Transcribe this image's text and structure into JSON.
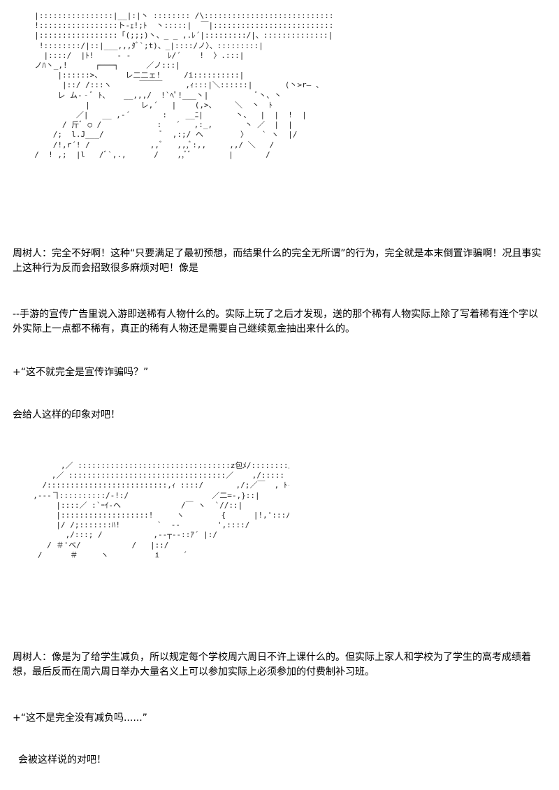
{
  "ascii_art": {
    "top": "  |::::::::::::::::|__|:|丶 :::::::: /\\::::::::::::::::::::::::::::i､:!\n  !:::::::::::::::::ト-ｪ!;ﾄ  丶:::::|  ￣|:::::::::::::::::::::::::::|\n  |:::::::::::::::::「(;;;)丶、_ _ ,.ﾚ´|:::::::::/|、::::::::::::::|\n   !::::::::/|::|___,,,ﾀﾞ`;t)、_|::::/ノ〉、:::::::::|\n    |::::/  |ﾄ!     ‐ ‐        ﾚ/´    !  〉.:::|\n  ノﾊ丶_,!      ┌───┐      ／ノ:::|\n       |::::::>、     レ二二ェ!     /i::::::::::|\n        |::/ /:::ヽ      ￣￣￣     ,ｨ:::|＼::::::|       (丶>r― 、\n       レ ム-‐ﾞ ﾄ、   __,,,/  !`ﾍﾟ!___丶|          ﾞ丶、丶\n             |           レ,´   |    (,>、    ＼  丶  ﾄ\n           ／|   __ ,-´       :    __ﾆ|       丶、  |  |  !  |\n        / 斤ﾞ ○ /            :   ´   ,:_,       丶 ／  |  |\n      /;  l.J___/            ﾞ  ,:;/ ヘ        〉   ` ヽ  |/\n      /!,r´! /             ,,ﾞ   ,,,ﾞ:,,     ,,/ ＼   /\n  /  ! ,;  |l   /ﾞ`,.,      /    ,,ﾞﾞ        |       /",
    "bottom": "        ,／ :::::::::::::::::::::::::::::::::z包ﾒ/::::::::/:丶\n      ,／ ::::::::::::::::::::::::::::::::::／    ,/::::: ｨｰ=､!\n    /::::::::::::::::::::::::::,ｨ ::::/       ,/;／￣  , ﾄ-|\n  ,--‐ヿ::::::::::/-!:/                  ／二=-,}::|\n       |::::／ :`ｰｲ-ヘ             /￣ ヽ  `//::|\n       |:::::::::::::::::::!     ヽ        {      |!,':::/\n       |/ /;:::::::ﾊ!        `  ‐‐        ',::::/\n         ,/:::; /           ,-‐┬‐-::ｱ´ |:/\n     / ＃'ベ/           /   |::/\n   /      ＃     ヽ          i     ´"
  },
  "dialogue": [
    "周树人：完全不好啊！这种“只要满足了最初预想，而结果什么的完全无所谓”的行为，完全就是本末倒置诈骗啊！况且事实上这种行为反而会招致很多麻烦对吧！像是",
    "--手游的宣传广告里说入游即送稀有人物什么的。实际上玩了之后才发现，送的那个稀有人物实际上除了写着稀有连个字以外实际上一点都不稀有，真正的稀有人物还是需要自己继续氪金抽出来什么的。",
    "+“这不就完全是宣传诈骗吗？”",
    "会给人这样的印象对吧！",
    "周树人：像是为了给学生减负，所以规定每个学校周六周日不许上课什么的。但实际上家人和学校为了学生的高考成绩着想，最后反而在周六周日举办大量名义上可以参加实际上必须参加的付费制补习班。",
    "+“这不是完全没有减负吗......”",
    "会被这样说的对吧！"
  ]
}
